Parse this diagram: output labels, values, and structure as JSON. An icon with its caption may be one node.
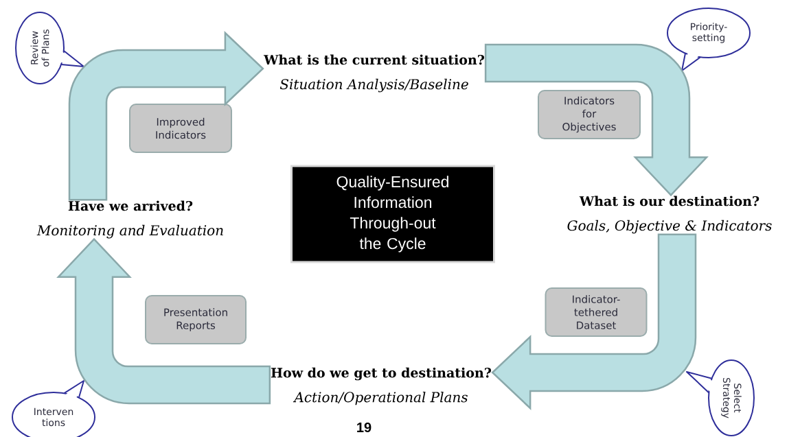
{
  "diagram": {
    "nodes": [
      {
        "text": [
          "Review of Plans"
        ]
      },
      {
        "text": [
          "Priority-setting"
        ]
      },
      {
        "text": [
          "What is the current situation?",
          "Situation Analysis/Baseline"
        ]
      },
      {
        "text": [
          "Improved Indicators"
        ]
      },
      {
        "text": [
          "Indicators for Objectives"
        ]
      },
      {
        "text": [
          "Quality-Ensured Information Through-out the Cycle"
        ]
      },
      {
        "text": [
          "Have we arrived?",
          "Monitoring and Evaluation"
        ]
      },
      {
        "text": [
          "What is our destination?",
          "Goals, Objective & Indicators"
        ]
      },
      {
        "text": [
          "Presentation Reports"
        ]
      },
      {
        "text": [
          "Indicator-tethered Dataset"
        ]
      },
      {
        "text": [
          "How do we get to destination?",
          "Action/Operational Plans"
        ]
      },
      {
        "text": [
          "Interven tions"
        ]
      },
      {
        "text": [
          "Select Strategy"
        ]
      }
    ],
    "edges": [
      {
        "from": 6,
        "to": 2,
        "arrow": "to"
      },
      {
        "from": 2,
        "to": 7,
        "arrow": "to"
      },
      {
        "from": 7,
        "to": 10,
        "arrow": "to"
      },
      {
        "from": 10,
        "to": 6,
        "arrow": "to"
      }
    ],
    "labels": [
      "19"
    ]
  }
}
